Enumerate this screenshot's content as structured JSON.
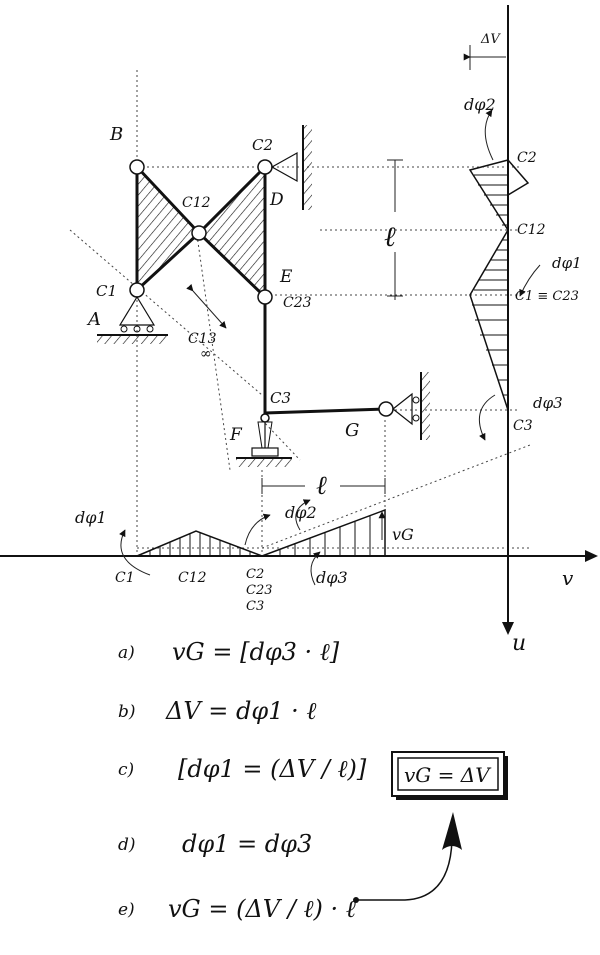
{
  "labels": {
    "B": "B",
    "C2_top": "C2",
    "D": "D",
    "C12_top": "C12",
    "E": "E",
    "C23_top": "C23",
    "C1_top": "C1",
    "A": "A",
    "C13": "C13",
    "infinity": "∞",
    "C3_top": "C3",
    "F": "F",
    "G": "G",
    "ell_mid": "ℓ",
    "ell_bottom": "ℓ",
    "dphi1_left": "dφ1",
    "dphi2_bottom": "dφ2",
    "dphi3_bottom": "dφ3",
    "vG_bottom": "vG",
    "C1_axis": "C1",
    "C12_axis": "C12",
    "C2_axis": "C2",
    "C23_axis": "C23",
    "C3_axis": "C3",
    "v_axis": "v",
    "u_axis": "u",
    "DeltaV_top": "ΔV",
    "dphi2_right": "dφ2",
    "C2_right": "C2",
    "C12_right": "C12",
    "dphi1_right": "dφ1",
    "C1C23_right": "C1 ≡ C23",
    "dphi3_right": "dφ3",
    "C3_right": "C3"
  },
  "equations": [
    {
      "label": "a)",
      "text": "vG = [dφ3 · ℓ]"
    },
    {
      "label": "b)",
      "text": "ΔV = dφ1 · ℓ"
    },
    {
      "label": "c)",
      "text": "[dφ1 = (ΔV / ℓ)]"
    },
    {
      "label": "d)",
      "text": "dφ1 = dφ3"
    },
    {
      "label": "e)",
      "text": "vG = (ΔV / ℓ) · ℓ"
    }
  ],
  "result_box": "vG = ΔV"
}
